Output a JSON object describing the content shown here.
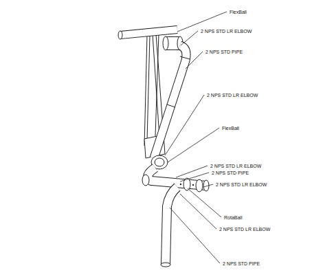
{
  "diagram": {
    "labels": [
      "FlexBall",
      "2 NPS STD LR ELBOW",
      "2 NPS STD PIPE",
      "2 NPS STD LR ELBOW",
      "FlexBall",
      "2 NPS STD LR ELBOW",
      "2 NPS STD PIPE",
      "2 NPS STD LR ELBOW",
      "RotaBall",
      "2 NPS STD LR ELBOW",
      "2 NPS STD PIPE"
    ]
  }
}
